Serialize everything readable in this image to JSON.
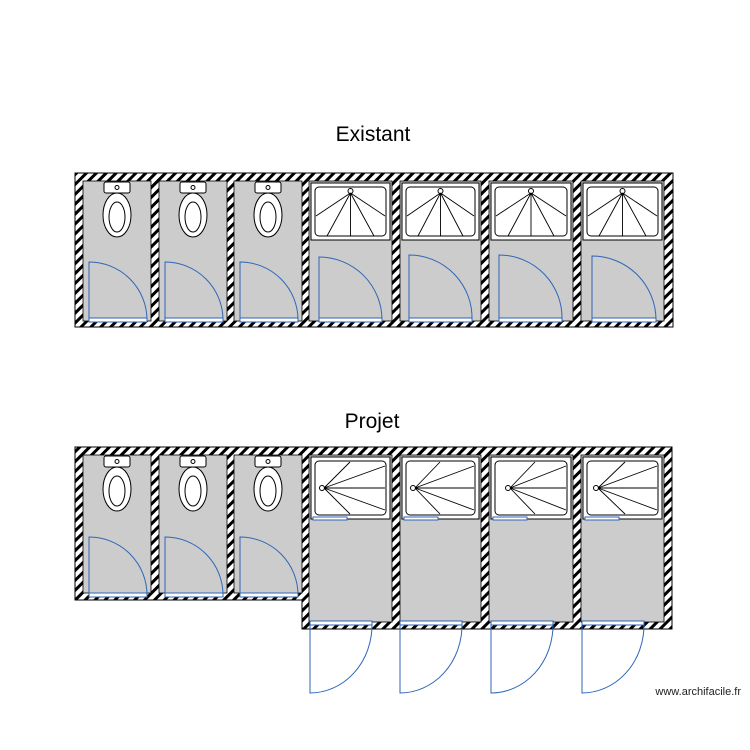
{
  "plans": [
    {
      "title": "Existant",
      "rooms": [
        "toilet",
        "toilet",
        "toilet",
        "shower",
        "shower",
        "shower",
        "shower"
      ],
      "shower_orientation": "drain-top"
    },
    {
      "title": "Projet",
      "rooms": [
        "toilet",
        "toilet",
        "toilet",
        "shower",
        "shower",
        "shower",
        "shower"
      ],
      "shower_orientation": "drain-left"
    }
  ],
  "credit": "www.archifacile.fr",
  "colors": {
    "floor": "#cccccc",
    "door": "#2e66b8",
    "line": "#000000"
  },
  "icons": {
    "wall": "hatched-wall",
    "toilet": "toilet-icon",
    "shower": "shower-tray-icon",
    "door": "door-swing"
  }
}
